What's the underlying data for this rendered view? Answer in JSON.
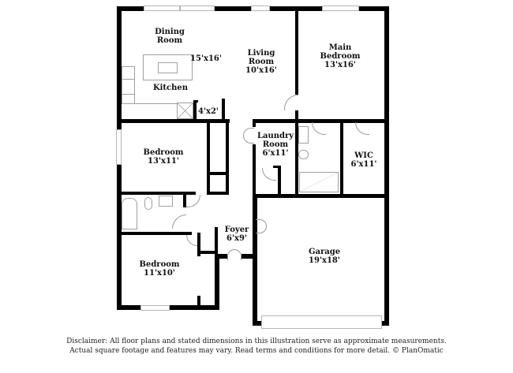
{
  "floorplan": {
    "rooms": [
      {
        "name": "Dining Room",
        "line1": "Dining",
        "line2": "Room",
        "dims": ""
      },
      {
        "name": "Kitchen",
        "line1": "Kitchen",
        "line2": "",
        "dims": "15'x16'"
      },
      {
        "name": "Living Room",
        "line1": "Living",
        "line2": "Room",
        "dims": "10'x16'"
      },
      {
        "name": "Main Bedroom",
        "line1": "Main",
        "line2": "Bedroom",
        "dims": "13'x16'"
      },
      {
        "name": "Closet",
        "line1": "",
        "line2": "",
        "dims": "4'x2'"
      },
      {
        "name": "Laundry Room",
        "line1": "Laundry",
        "line2": "Room",
        "dims": "6'x11'"
      },
      {
        "name": "WIC",
        "line1": "WIC",
        "line2": "",
        "dims": "6'x11'"
      },
      {
        "name": "Bedroom 1",
        "line1": "Bedroom",
        "line2": "",
        "dims": "13'x11'"
      },
      {
        "name": "Foyer",
        "line1": "Foyer",
        "line2": "",
        "dims": "6'x9'"
      },
      {
        "name": "Garage",
        "line1": "Garage",
        "line2": "",
        "dims": "19'x18'"
      },
      {
        "name": "Bedroom 2",
        "line1": "Bedroom",
        "line2": "",
        "dims": "11'x10'"
      }
    ],
    "colors": {
      "wall": "#000000",
      "fixture": "#a0a0a0",
      "background": "#ffffff"
    }
  },
  "disclaimer": {
    "line1": "Disclaimer: All floor plans and stated dimensions in this illustration serve as approximate measurements.",
    "line2": "Actual square footage and features may vary. Read terms and conditions for more detail. © PlanOmatic"
  }
}
